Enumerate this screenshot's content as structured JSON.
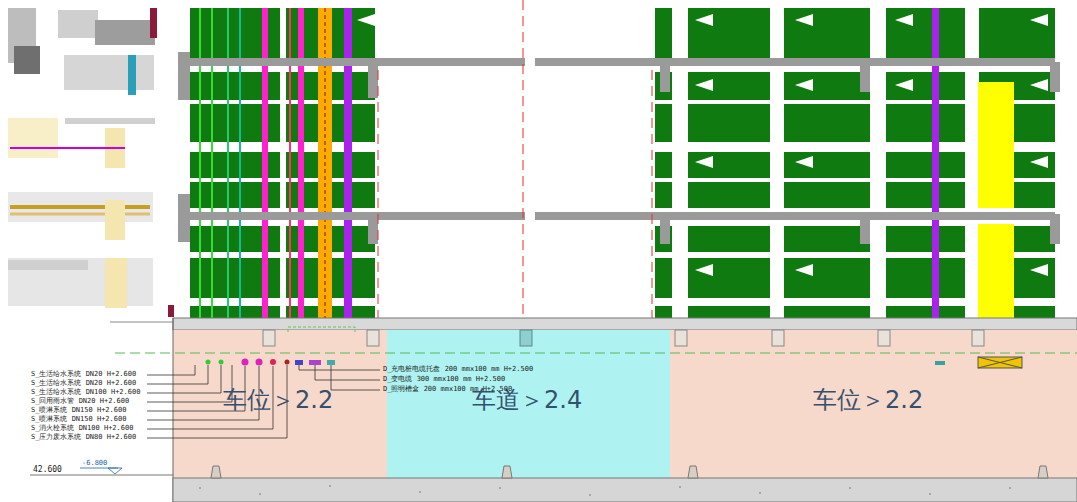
{
  "diagram": {
    "nodes": [
      {
        "text": [
          "车位＞2.2"
        ]
      },
      {
        "text": [
          "车道＞2.4"
        ]
      },
      {
        "text": [
          "车位＞2.2"
        ]
      }
    ],
    "labels": [
      "S_生活给水系统 DN20 H+2.600",
      "S_生活给水系统 DN20 H+2.600",
      "S_生活给水系统 DN100 H+2.600",
      "S_回用雨水管 DN20 H+2.600",
      "S_喷淋系统 DN150 H+2.600",
      "S_喷淋系统 DN150 H+2.600",
      "S_消火栓系统 DN100 H+2.600",
      "S_压力废水系统 DN80 H+2.600",
      "D_充电桩电缆托盘 200 mmx100 mm H+2.500",
      "D_变电缆 300 mmx100 mm H+2.500",
      "D_照明槽盒 200 mmx100 mm H+2.500",
      "42.600",
      "-6.800"
    ]
  }
}
